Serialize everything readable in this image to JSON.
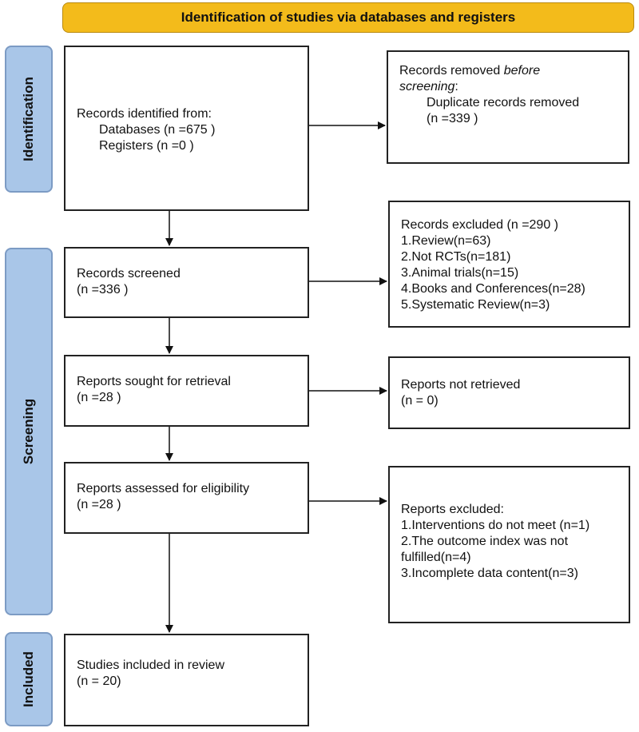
{
  "header": {
    "title": "Identification of studies via databases and registers"
  },
  "phases": {
    "identification": "Identification",
    "screening": "Screening",
    "included": "Included"
  },
  "identification": {
    "records_identified": {
      "title": "Records identified from:",
      "databases": "Databases (n =675 )",
      "registers": "Registers (n =0 )"
    },
    "records_removed": {
      "title_prefix": "Records removed ",
      "title_italic": "before",
      "title_italic2": "screening",
      "title_suffix": ":",
      "duplicates": "Duplicate records removed",
      "duplicates_n": "(n =339 )"
    }
  },
  "screening": {
    "records_screened": {
      "title": "Records screened",
      "n": "(n =336 )"
    },
    "records_excluded": {
      "title": "Records excluded (n =290 )",
      "items": [
        "1.Review(n=63)",
        "2.Not RCTs(n=181)",
        "3.Animal trials(n=15)",
        "4.Books and Conferences(n=28)",
        "5.Systematic Review(n=3)"
      ]
    },
    "reports_sought": {
      "title": "Reports sought for retrieval",
      "n": "(n =28 )"
    },
    "reports_not_retrieved": {
      "title": "Reports not retrieved",
      "n": "(n = 0)"
    },
    "reports_assessed": {
      "title": "Reports assessed for eligibility",
      "n": "(n =28 )"
    },
    "reports_excluded": {
      "title": "Reports excluded:",
      "items": [
        "1.Interventions do not meet (n=1)",
        "2.The outcome index was not",
        "fulfilled(n=4)",
        "3.Incomplete data content(n=3)"
      ]
    }
  },
  "included": {
    "studies_included": {
      "title": "Studies included in review",
      "n": "(n = 20)"
    }
  },
  "colors": {
    "header_fill": "#f3bb1b",
    "phase_fill": "#a9c6e8",
    "box_border": "#222222"
  }
}
